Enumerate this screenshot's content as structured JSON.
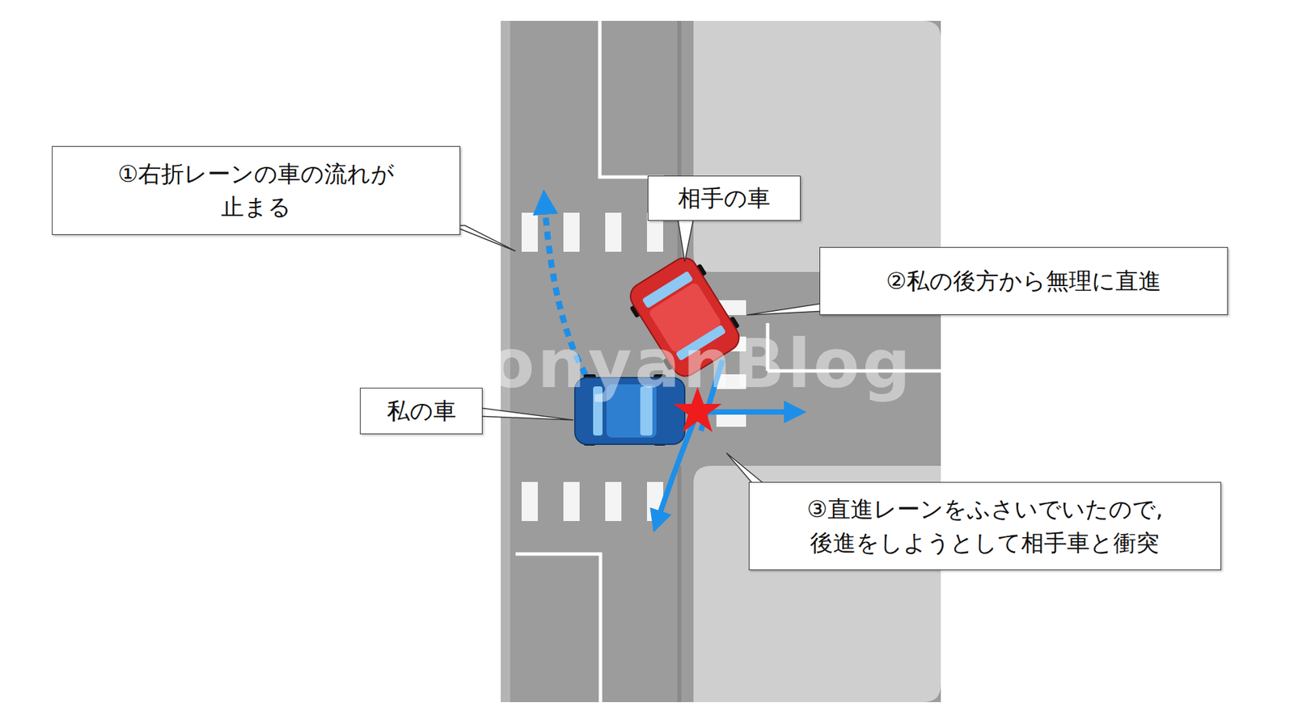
{
  "diagram": {
    "nodes": [
      {
        "text": [
          "①右折レーンの車の流れが 止まる"
        ]
      },
      {
        "text": [
          "相手の車"
        ]
      },
      {
        "text": [
          "②私の後方から無理に直進"
        ]
      },
      {
        "text": [
          "私の車"
        ]
      },
      {
        "text": [
          "③直進レーンをふさいでいたので, 後進をしようとして相手車と衝突"
        ]
      }
    ],
    "labels": [
      "KonyanBlog"
    ]
  }
}
